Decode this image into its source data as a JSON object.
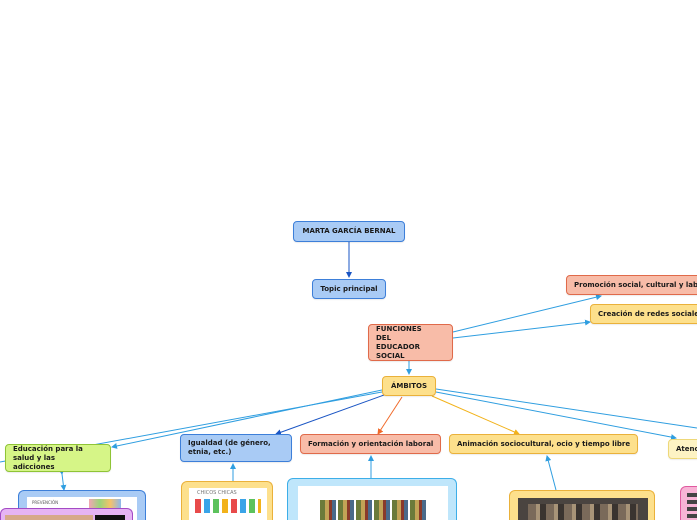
{
  "nodes": {
    "root": "MARTA GARCÍA BERNAL",
    "topic": "Topic principal",
    "funciones": "FUNCIONES DEL EDUCADOR SOCIAL",
    "promocion": "Promoción social, cultural y lab",
    "redes": "Creación de redes sociale",
    "ambitos": "ÁMBITOS",
    "salud": "Educación para la salud y las adicciones",
    "igualdad": "Igualdad (de género, etnia, etc.)",
    "formacion": "Formación y orientación laboral",
    "animacion": "Animación sociocultural, ocio y tiempo libre",
    "atencion": "Atenc"
  },
  "images": {
    "salud_thumb_label": "PREVENCIÓN",
    "igualdad_thumb_label": "CHICOS CHICAS"
  },
  "colors": {
    "blue_fill": "#a9cbf5",
    "blue_border": "#3d7fd9",
    "salmon_fill": "#f8bca8",
    "salmon_border": "#e06a4a",
    "yellow_fill": "#fde08c",
    "yellow_border": "#eab13a",
    "green_fill": "#d6f587",
    "green_border": "#8fc436",
    "cream_fill": "#fdf3c4",
    "connector_blue": "#2f9ee0",
    "connector_dark_blue": "#1a55c4",
    "connector_orange": "#f06a2a",
    "connector_gold": "#f2b21a"
  }
}
